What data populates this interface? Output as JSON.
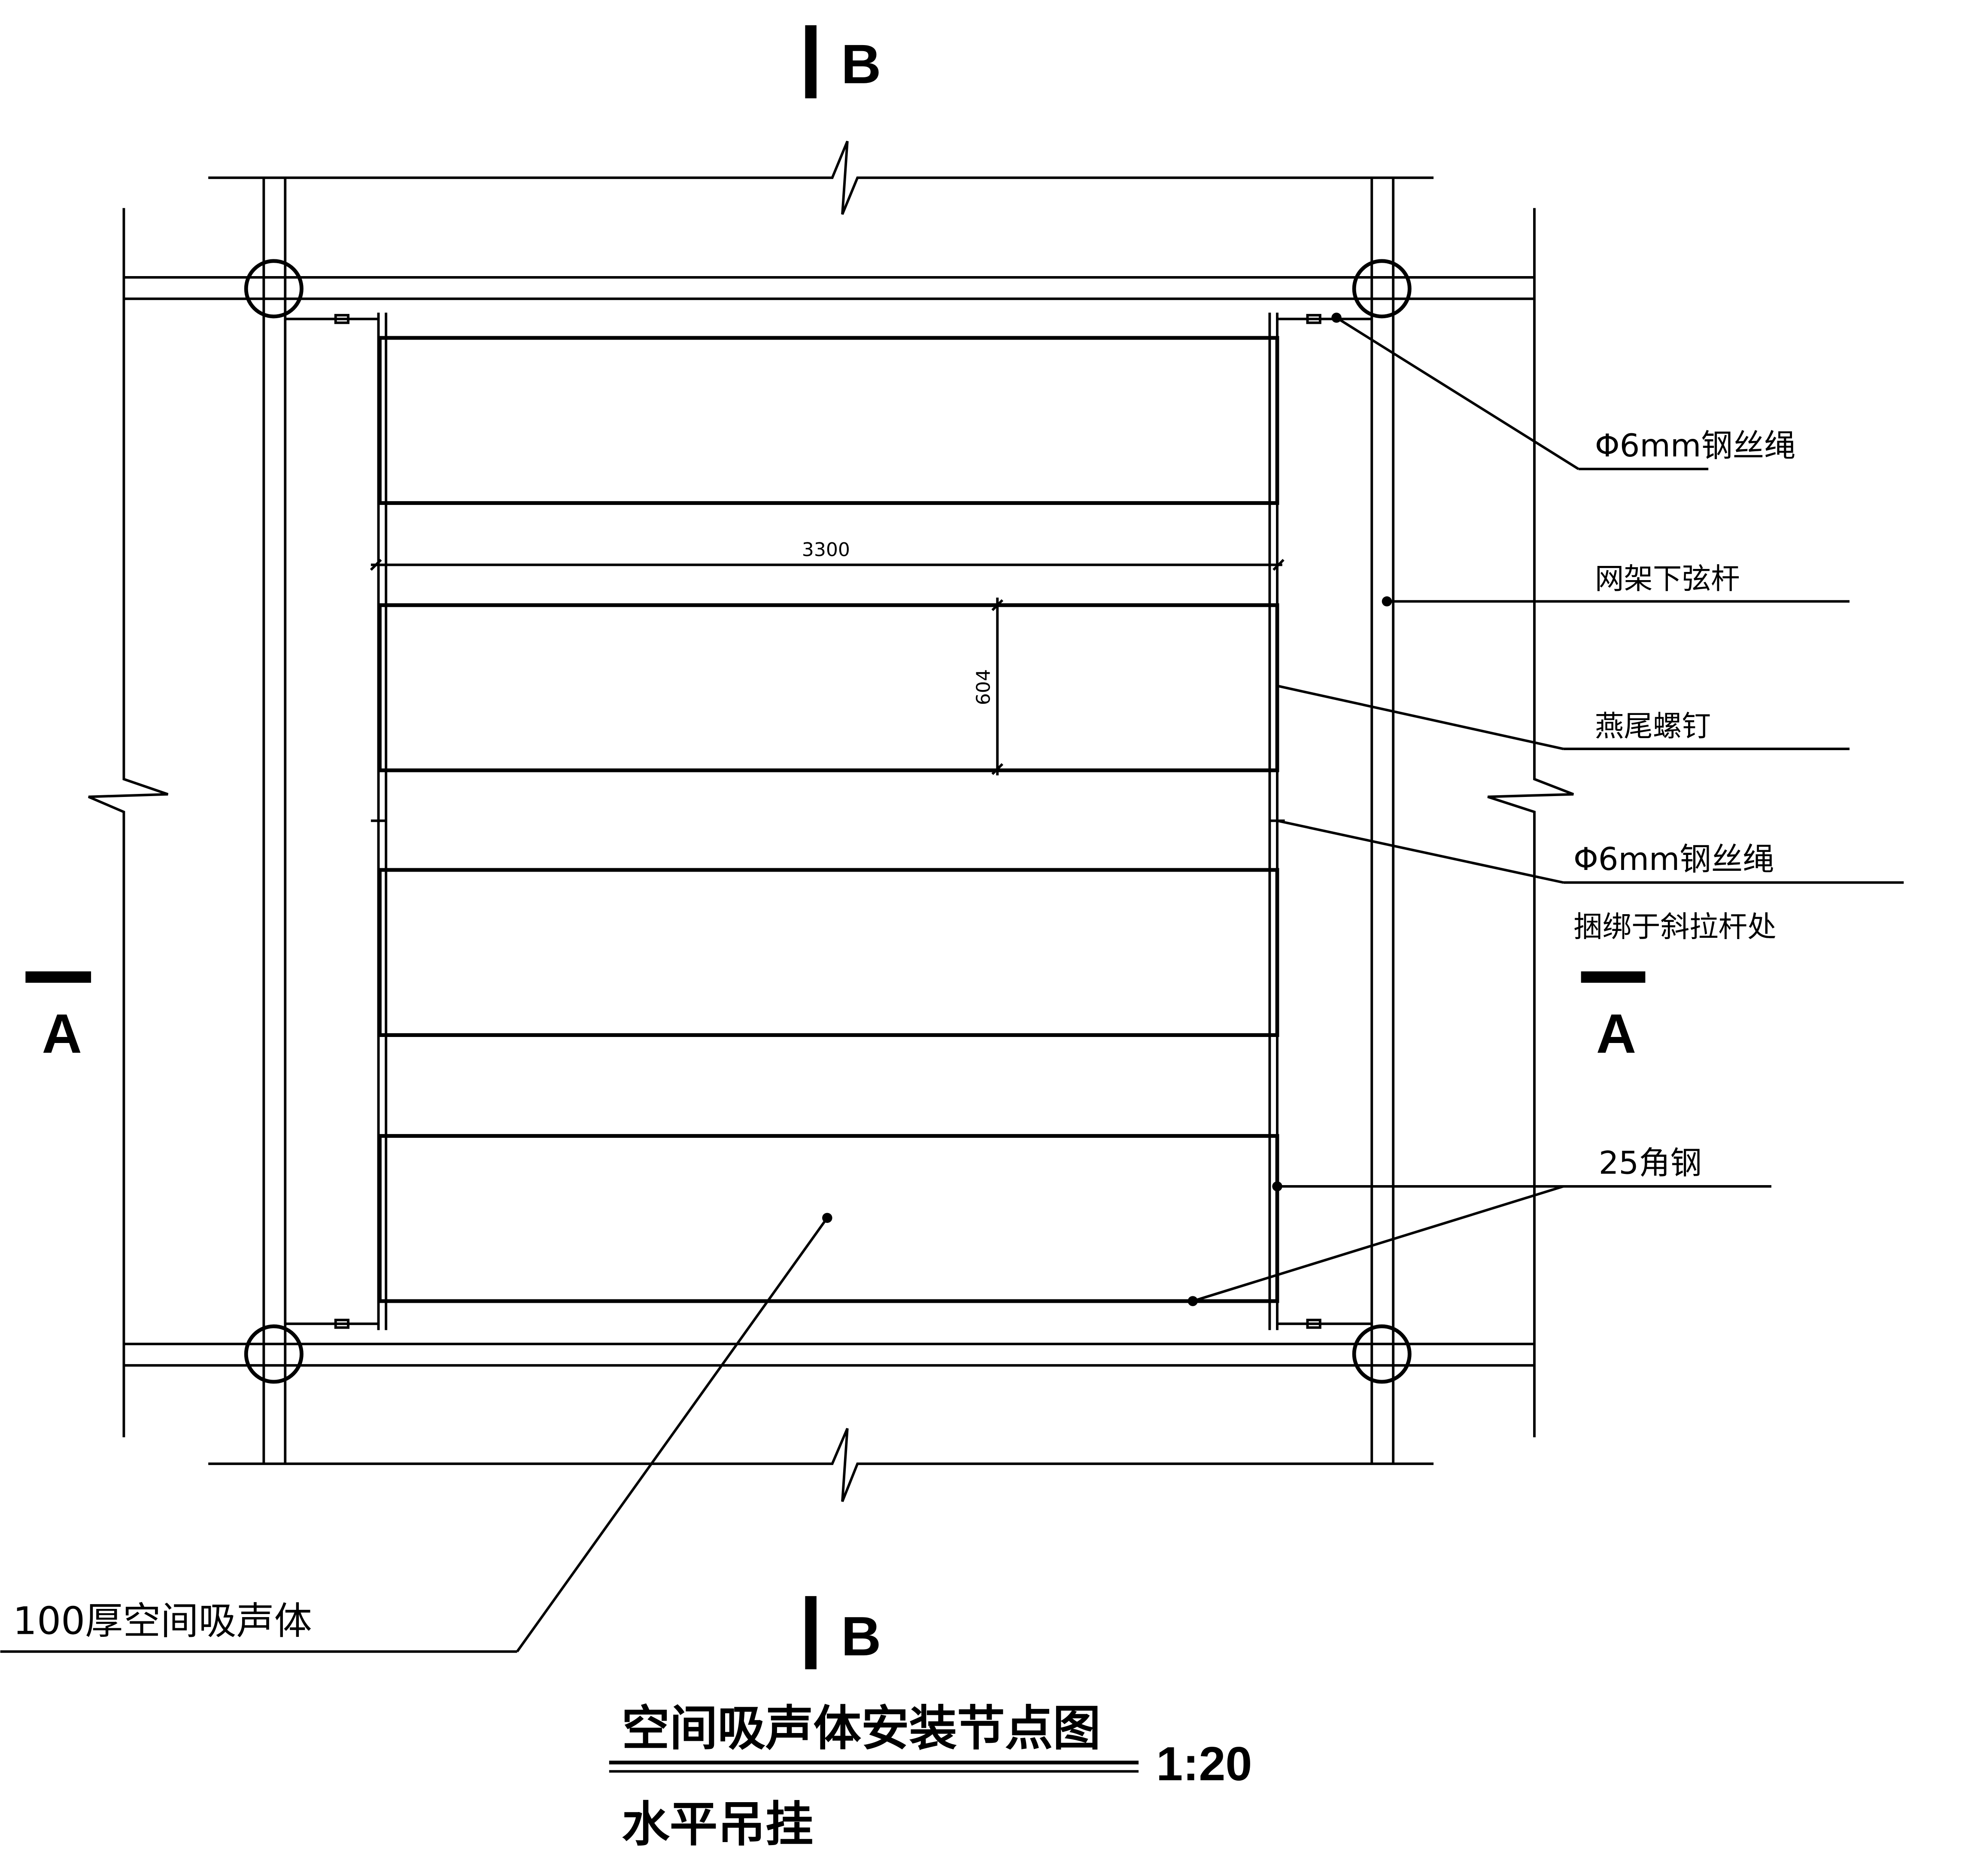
{
  "section_markers": {
    "b_top": "B",
    "b_bottom": "B",
    "a_left": "A",
    "a_right": "A"
  },
  "dimensions": {
    "width": "3300",
    "panel_height": "604"
  },
  "labels": {
    "rope_top": "Φ6mm钢丝绳",
    "chord": "网架下弦杆",
    "dovetail_screw": "燕尾螺钉",
    "rope_mid": "Φ6mm钢丝绳",
    "rope_mid_note": "捆绑于斜拉杆处",
    "angle_steel": "25角钢",
    "absorber": "100厚空间吸声体"
  },
  "title": {
    "main": "空间吸声体安装节点图",
    "scale": "1:20",
    "sub": "水平吊挂"
  }
}
